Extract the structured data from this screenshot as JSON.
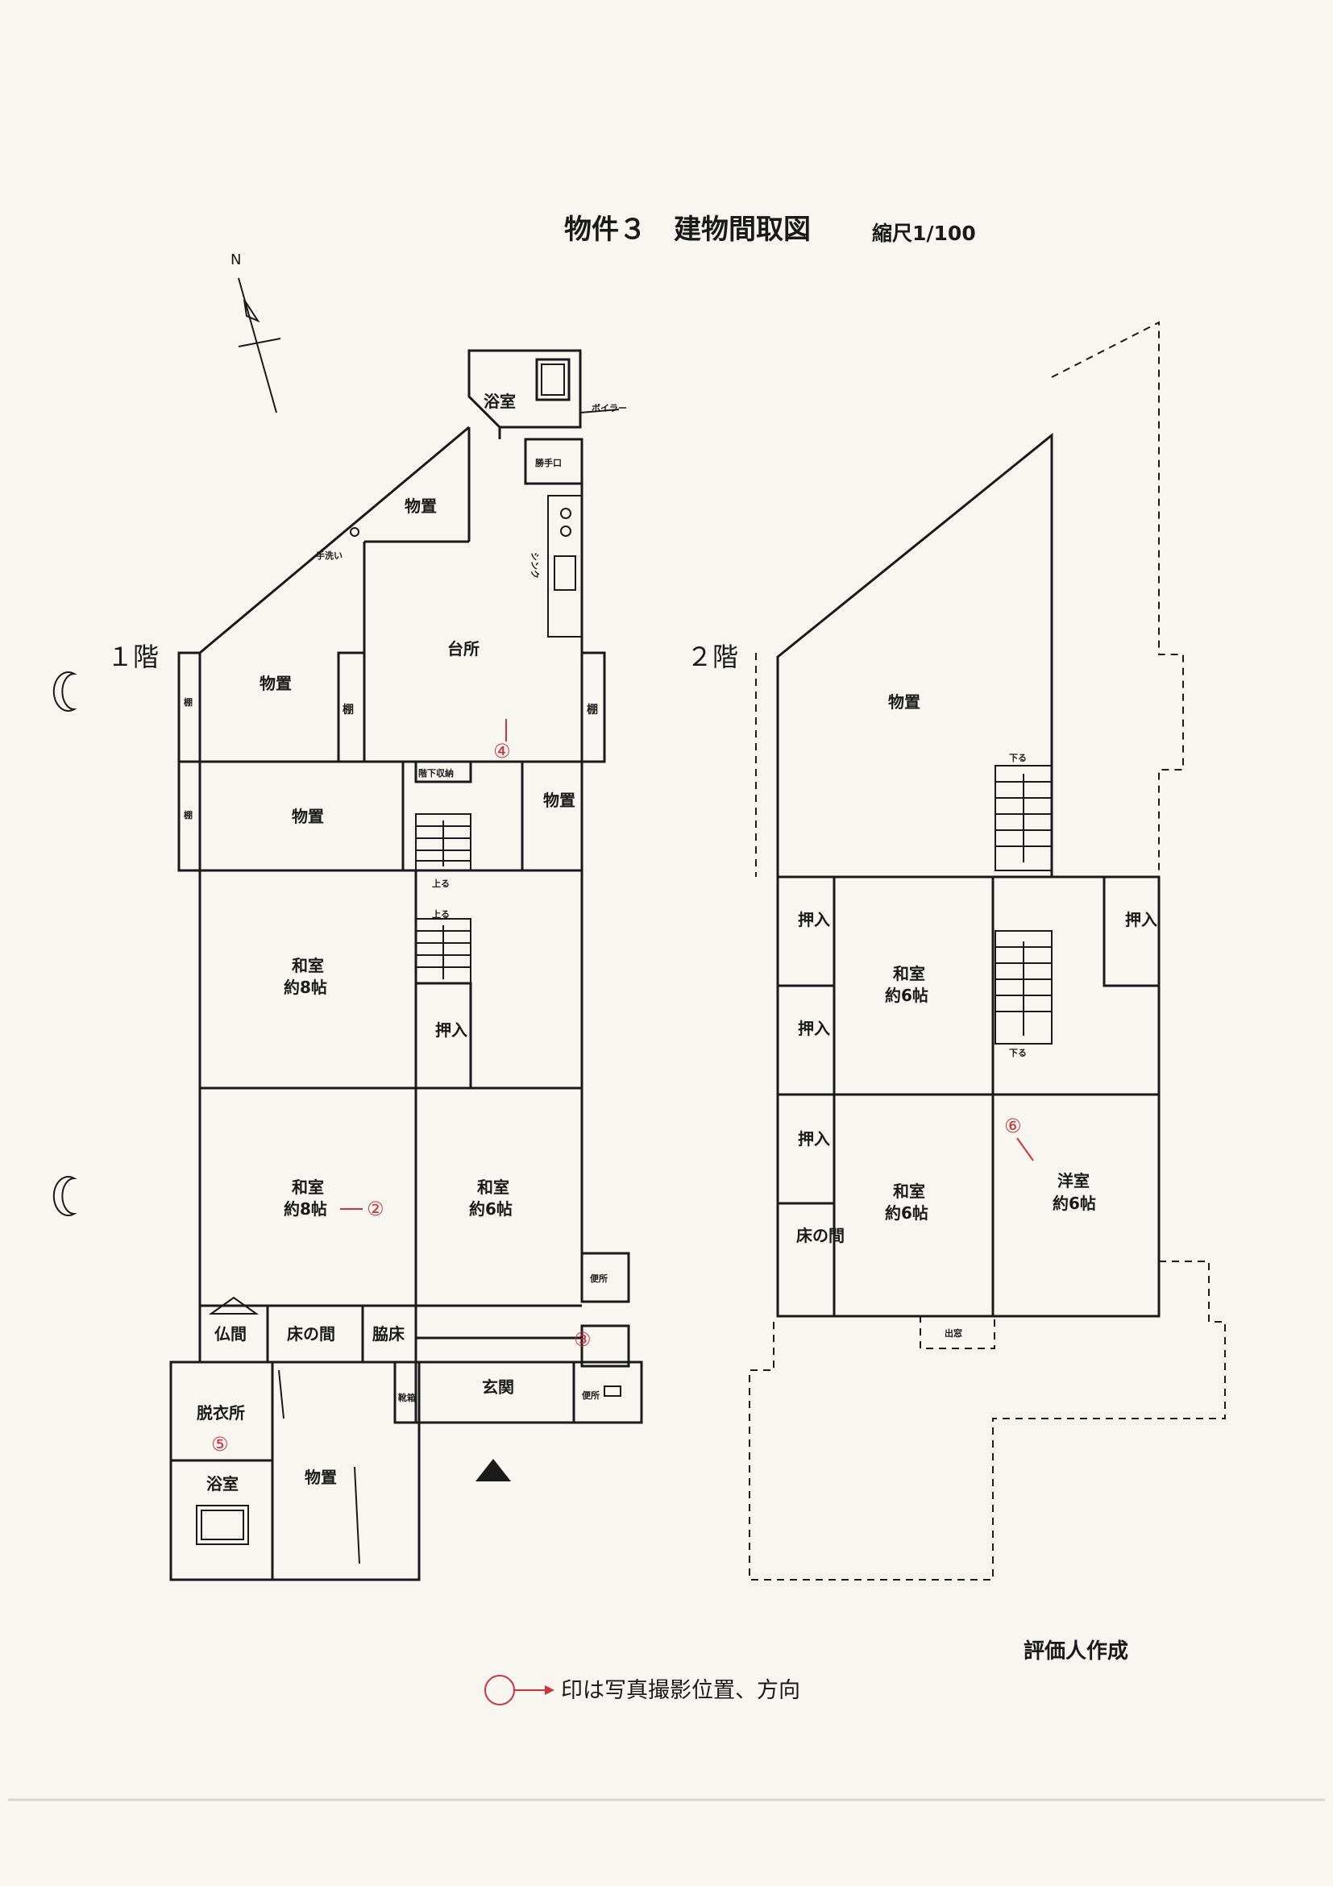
{
  "title": "物件３　建物間取図",
  "scale": "縮尺1/100",
  "north": "N",
  "author": "評価人作成",
  "legend_text": "印は写真撮影位置、方向",
  "colors": {
    "photo_marker": "#d0343a",
    "line": "#1a1a1a",
    "paper": "#f7f6f1"
  },
  "floor1": {
    "label": "１階",
    "bath": "浴室",
    "boiler": "ボイラー",
    "back_door": "勝手口",
    "storage_top": "物置",
    "handwash": "手洗い",
    "sink": "シンク",
    "kitchen": "台所",
    "storage_left": "物置",
    "shelf_left": "棚",
    "shelf_mid": "棚",
    "shelf_right": "棚",
    "shelf_low": "棚",
    "under_stair": "階下収納",
    "storage_mid": "物置",
    "storage_right": "物置",
    "up1": "上る",
    "up2": "上る",
    "washitsu1": "和室",
    "washitsu1_size": "約8帖",
    "oshiire": "押入",
    "washitsu2": "和室",
    "washitsu2_size": "約8帖",
    "washitsu3": "和室",
    "washitsu3_size": "約6帖",
    "toilet1": "便所",
    "toilet2": "便所",
    "butsuma": "仏間",
    "tokonoma": "床の間",
    "wakidoko": "脇床",
    "getabako": "靴箱",
    "genkan": "玄関",
    "dressing": "脱衣所",
    "bath2": "浴室",
    "storage_bottom": "物置"
  },
  "floor2": {
    "label": "２階",
    "storage": "物置",
    "down1": "下る",
    "down2": "下る",
    "oshiire1": "押入",
    "oshiire2": "押入",
    "oshiire3": "押入",
    "oshiire4": "押入",
    "washitsu1": "和室",
    "washitsu1_size": "約6帖",
    "washitsu2": "和室",
    "washitsu2_size": "約6帖",
    "yoshitsu": "洋室",
    "yoshitsu_size": "約6帖",
    "tokonoma": "床の間",
    "balcony": "出窓"
  },
  "photo_markers": [
    "②",
    "③",
    "④",
    "⑤",
    "⑥"
  ]
}
